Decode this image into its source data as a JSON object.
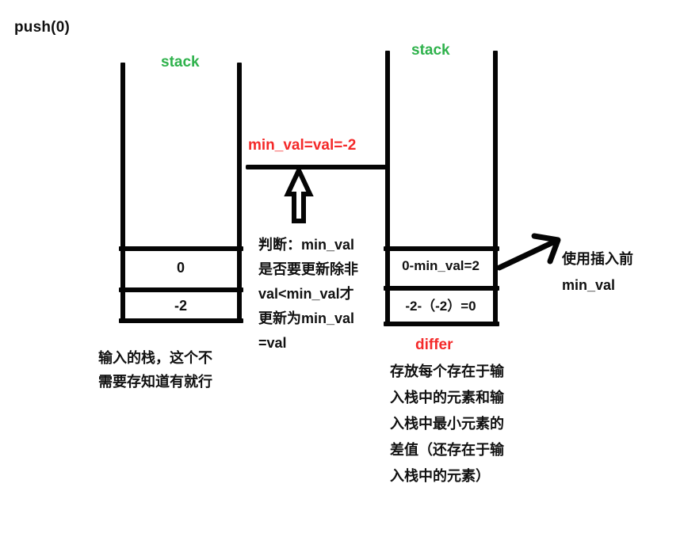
{
  "diagram": {
    "operation_label": "push(0)",
    "colors": {
      "ink": "#050505",
      "green": "#2fb24c",
      "red": "#f42a2a",
      "background": "#ffffff"
    },
    "input_stack": {
      "label": "stack",
      "label_color": "#2fb24c",
      "cells": [
        {
          "text": "0"
        },
        {
          "text": "-2"
        }
      ],
      "caption_lines": [
        "输入的栈，这个不",
        "需要存知道有就行"
      ]
    },
    "middle": {
      "min_val_label": "min_val=val=-2",
      "min_val_color": "#f42a2a",
      "arrow_icon": "up-arrow-outline-icon",
      "explanation_lines": [
        "判断：min_val",
        "是否要更新除非",
        "val<min_val才",
        "更新为min_val",
        "=val"
      ]
    },
    "differ_stack": {
      "label": "stack",
      "label_color": "#2fb24c",
      "cells": [
        {
          "text": "0-min_val=2"
        },
        {
          "text": "-2-（-2）=0"
        }
      ],
      "name_label": "differ",
      "name_color": "#f42a2a",
      "caption_lines": [
        "存放每个存在于输",
        "入栈中的元素和输",
        "入栈中最小元素的",
        "差值（还存在于输",
        "入栈中的元素）"
      ]
    },
    "callout": {
      "arrow_icon": "arrow-right-icon",
      "lines": [
        "使用插入前",
        "min_val"
      ]
    }
  }
}
